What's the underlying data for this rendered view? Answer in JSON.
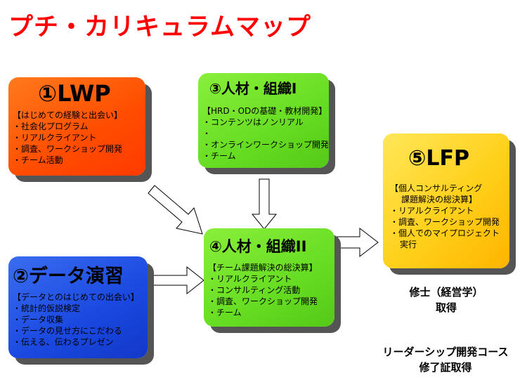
{
  "title": "プチ・カリキュラムマップ",
  "colors": {
    "title": "#ff0000",
    "orange_box": "#ff4c00",
    "blue_box": "#1a48e0",
    "green_box": "#66dd22",
    "yellow_box": "#ffd01a",
    "shadow": "#555555"
  },
  "boxes": {
    "lwp": {
      "title": "①LWP",
      "heading": "【はじめての経験と出会い】",
      "items": [
        "社会化プログラム",
        "リアルクライアント",
        "調査、ワークショップ開発",
        "チーム活動"
      ]
    },
    "data": {
      "title": "②データ演習",
      "heading": "【データとのはじめての出会い】",
      "items": [
        "統計的仮説検定",
        "データ収集",
        "データの見せ方にこだわる",
        "伝える、伝わるプレゼン"
      ]
    },
    "org1": {
      "title": "③人材・組織I",
      "heading": "【HRD・ODの基礎・教材開発】",
      "items": [
        "コンテンツはノンリアル",
        "",
        "オンラインワークショップ開発",
        "チーム"
      ]
    },
    "org2": {
      "title": "④人材・組織II",
      "heading": "【チーム課題解決の総決算】",
      "items": [
        "リアルクライアント",
        "コンサルティング活動",
        "調査、ワークショップ開発",
        "チーム"
      ]
    },
    "lfp": {
      "title": "⑤LFP",
      "heading_line1": "【個人コンサルティング",
      "heading_line2": "課題解決の総決算】",
      "items": [
        "リアルクライアント",
        "調査、ワークショップ開発",
        "個人でのマイプロジェクト"
      ],
      "item_continuation": "実行"
    }
  },
  "captions": {
    "degree_line1": "修士（経営学）",
    "degree_line2": "取得",
    "course_line1": "リーダーシップ開発コース",
    "course_line2": "修了証取得"
  }
}
